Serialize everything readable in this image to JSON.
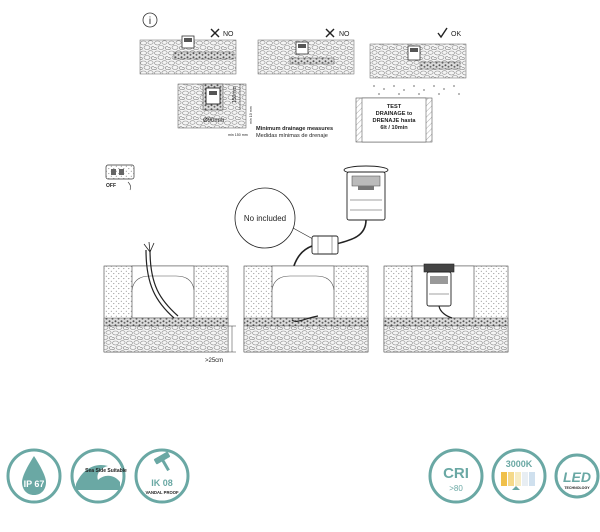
{
  "panels": {
    "p1_mark": "NO",
    "p2_mark": "NO",
    "p3_mark": "OK",
    "info_glyph": "i"
  },
  "detail": {
    "diameter": "Ø90mm",
    "height": "150mm",
    "side_dim": "min 10 mm",
    "bottom_dim": "min 150 mm",
    "caption_line1": "Minimum drainage measures",
    "caption_line2": "Medidas mínimas de drenaje"
  },
  "test": {
    "line1": "TEST",
    "line2": "DRAINAGE to",
    "line3": "DRENAJE hasta",
    "line4": "6lt / 10min"
  },
  "switch": {
    "label": "OFF"
  },
  "install": {
    "bubble": "No included",
    "depth": ">25cm"
  },
  "badges": {
    "ip": "IP 67",
    "sea": "Sea Side Suitable",
    "ik": "IK 08",
    "ik_sub": "VANDAL PROOF",
    "cri": "CRI",
    "cri_sub": ">80",
    "cct": "3000K",
    "led": "LED",
    "led_sub": "TECHNOLOGY"
  },
  "colors": {
    "teal": "#6aa8a4",
    "line": "#333333"
  }
}
